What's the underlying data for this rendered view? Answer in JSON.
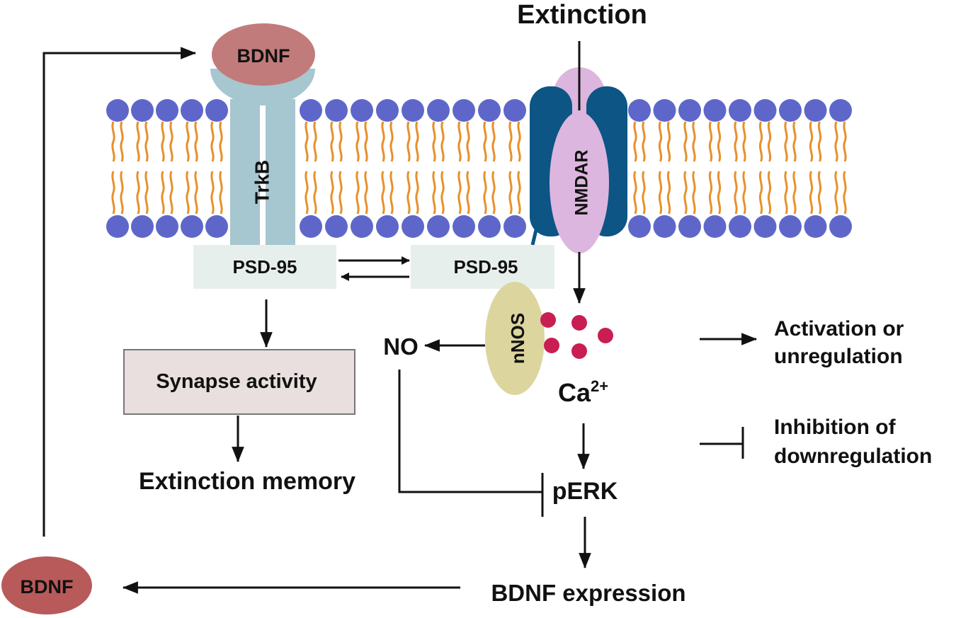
{
  "labels": {
    "extinction": "Extinction",
    "bdnf_top": "BDNF",
    "trkb": "TrkB",
    "nmdar": "NMDAR",
    "psd95_left": "PSD-95",
    "psd95_right": "PSD-95",
    "nnos": "nNOS",
    "no": "NO",
    "ca_base": "Ca",
    "ca_sup": "2+",
    "synapse_activity": "Synapse activity",
    "extinction_memory": "Extinction memory",
    "perk": "pERK",
    "bdnf_expression": "BDNF expression",
    "bdnf_bottom": "BDNF"
  },
  "legend": {
    "activation_line1": "Activation or",
    "activation_line2": "unregulation",
    "inhibition_line1": "Inhibition of",
    "inhibition_line2": "downregulation"
  },
  "colors": {
    "bdnf": "#c27b7b",
    "bdnf_bottom": "#b85a5a",
    "lipid_head": "#5e67c9",
    "lipid_tail": "#e8902a",
    "trkb": "#a6c6d0",
    "nmdar_outer": "#0c5585",
    "nmdar_inner": "#dcb6de",
    "psd95": "#e7efec",
    "nnos": "#dcd69e",
    "calcium": "#c81e52",
    "synapse_box": "#e9dfde"
  }
}
